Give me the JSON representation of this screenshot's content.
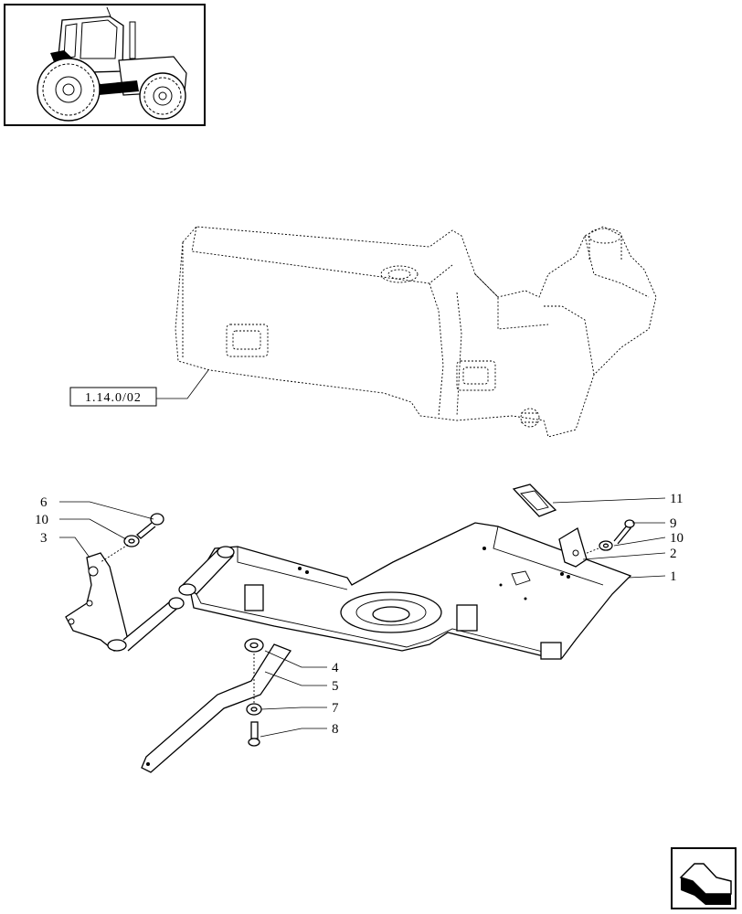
{
  "reference_box": {
    "label": "1.14.0/02"
  },
  "callouts": [
    {
      "id": "6",
      "label": "6"
    },
    {
      "id": "10a",
      "label": "10"
    },
    {
      "id": "3",
      "label": "3"
    },
    {
      "id": "11",
      "label": "11"
    },
    {
      "id": "9",
      "label": "9"
    },
    {
      "id": "10b",
      "label": "10"
    },
    {
      "id": "2",
      "label": "2"
    },
    {
      "id": "1",
      "label": "1"
    },
    {
      "id": "4",
      "label": "4"
    },
    {
      "id": "5",
      "label": "5"
    },
    {
      "id": "7",
      "label": "7"
    },
    {
      "id": "8",
      "label": "8"
    }
  ],
  "thumbnail": {
    "icon": "tractor-icon",
    "highlight_color": "#000000"
  },
  "nav_button": {
    "icon": "back-arrow-icon"
  }
}
